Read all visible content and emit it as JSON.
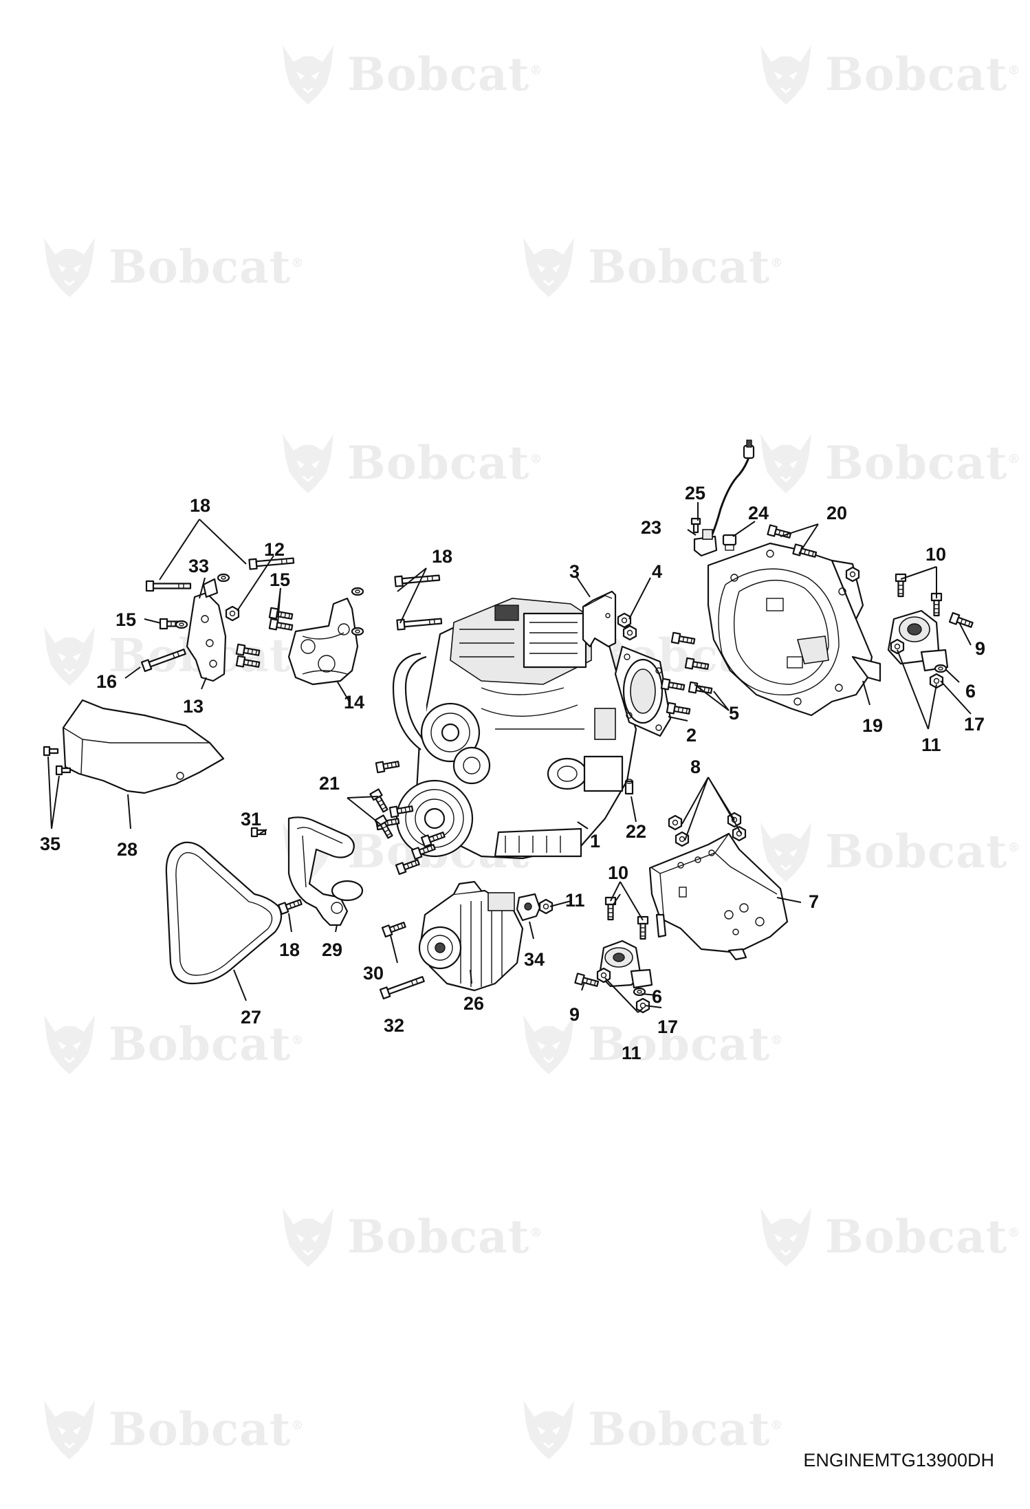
{
  "watermark": {
    "brand": "Bobcat",
    "reg": "®"
  },
  "figure_id": "ENGINEMTG13900DH",
  "callouts": [
    "1",
    "2",
    "3",
    "4",
    "5",
    "6",
    "7",
    "8",
    "9",
    "10",
    "11",
    "12",
    "13",
    "14",
    "15",
    "16",
    "17",
    "18",
    "19",
    "20",
    "21",
    "22",
    "23",
    "24",
    "25",
    "26",
    "27",
    "28",
    "29",
    "30",
    "31",
    "32",
    "33",
    "34",
    "35"
  ]
}
